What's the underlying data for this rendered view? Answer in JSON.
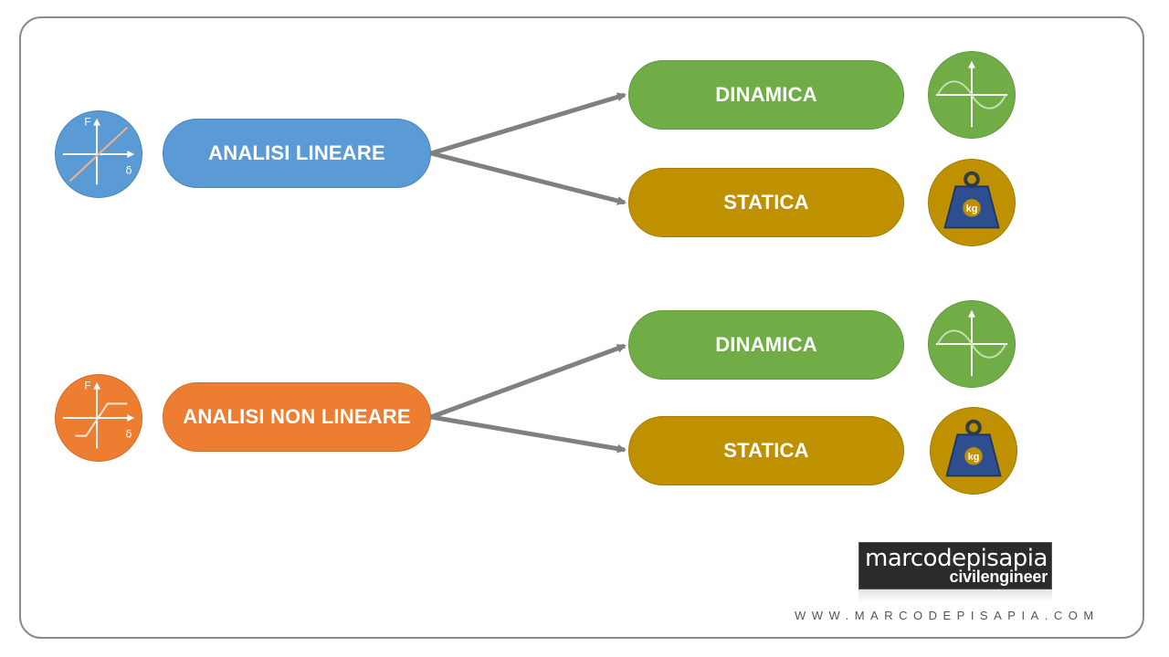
{
  "top": {
    "main_label": "ANALISI LINEARE",
    "main_icon": "linear-force-displacement-icon",
    "branches": [
      {
        "label": "DINAMICA",
        "icon": "sine-wave-icon"
      },
      {
        "label": "STATICA",
        "icon": "kg-weight-icon"
      }
    ]
  },
  "bottom": {
    "main_label": "ANALISI NON LINEARE",
    "main_icon": "nonlinear-force-displacement-icon",
    "branches": [
      {
        "label": "DINAMICA",
        "icon": "sine-wave-icon"
      },
      {
        "label": "STATICA",
        "icon": "kg-weight-icon"
      }
    ]
  },
  "graph_labels": {
    "force": "F",
    "displacement": "δ",
    "weight": "kg"
  },
  "logo": {
    "main": "marcodepisapia",
    "sub": "civilengineer"
  },
  "website": "WWW.MARCODEPISAPIA.COM",
  "colors": {
    "linear": "#5b9bd5",
    "nonlinear": "#ed7d31",
    "dynamic": "#70ad47",
    "static": "#bf9000",
    "arrow": "#808080"
  }
}
